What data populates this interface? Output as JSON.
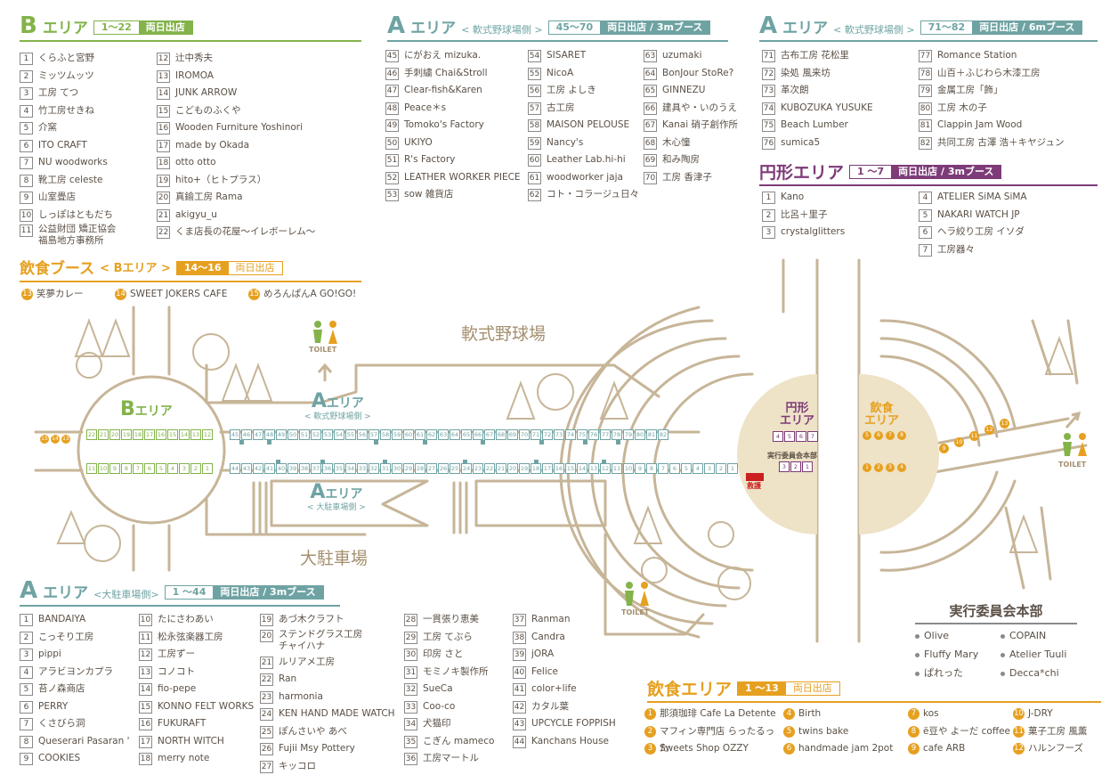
{
  "b_area": {
    "title_letter": "B",
    "title_rest": "エリア",
    "range": "1～22",
    "days": "両日出店",
    "items": [
      [
        "1",
        "くらふと宮野"
      ],
      [
        "2",
        "ミッツムッツ"
      ],
      [
        "3",
        "工房 てつ"
      ],
      [
        "4",
        "竹工房せきね"
      ],
      [
        "5",
        "介窯"
      ],
      [
        "6",
        "ITO CRAFT"
      ],
      [
        "7",
        "NU woodworks"
      ],
      [
        "8",
        "靴工房 celeste"
      ],
      [
        "9",
        "山室畳店"
      ],
      [
        "10",
        "しっぽはともだち"
      ],
      [
        "11",
        "公益財団 矯正協会\n福島地方事務所"
      ],
      [
        "12",
        "辻中秀夫"
      ],
      [
        "13",
        "IROMOA"
      ],
      [
        "14",
        "JUNK ARROW"
      ],
      [
        "15",
        "こどものふくや"
      ],
      [
        "16",
        "Wooden Furniture Yoshinori"
      ],
      [
        "17",
        "made by Okada"
      ],
      [
        "18",
        "otto otto"
      ],
      [
        "19",
        "hito+（ヒトプラス）"
      ],
      [
        "20",
        "真鍮工房 Rama"
      ],
      [
        "21",
        "akigyu_u"
      ],
      [
        "22",
        "くま店長の花屋～イレボーレム～"
      ]
    ]
  },
  "a_soft": {
    "title_letter": "A",
    "title_rest": "エリア",
    "sub": "< 軟式野球場側 >",
    "range": "45～70",
    "days": "両日出店 / 3mブース",
    "items": [
      [
        "45",
        "にがおえ mizuka."
      ],
      [
        "46",
        "手刺繍 Chai&Stroll"
      ],
      [
        "47",
        "Clear-fish&Karen"
      ],
      [
        "48",
        "Peace＊s"
      ],
      [
        "49",
        "Tomoko's Factory"
      ],
      [
        "50",
        "UKIYO"
      ],
      [
        "51",
        "R's Factory"
      ],
      [
        "52",
        "LEATHER WORKER PIECE"
      ],
      [
        "53",
        "sow 雑貨店"
      ],
      [
        "54",
        "SISARET"
      ],
      [
        "55",
        "NicoA"
      ],
      [
        "56",
        "工房 よしき"
      ],
      [
        "57",
        "古工房"
      ],
      [
        "58",
        "MAISON PELOUSE"
      ],
      [
        "59",
        "Nancy's"
      ],
      [
        "60",
        "Leather Lab.hi-hi"
      ],
      [
        "61",
        "woodworker jaja"
      ],
      [
        "62",
        "コト・コラージュ日々"
      ],
      [
        "63",
        "uzumaki"
      ],
      [
        "64",
        "BonJour StoRe?"
      ],
      [
        "65",
        "GINNEZU"
      ],
      [
        "66",
        "建具や・いのうえ"
      ],
      [
        "67",
        "Kanai 硝子創作所"
      ],
      [
        "68",
        "木心憧"
      ],
      [
        "69",
        "和み陶房"
      ],
      [
        "70",
        "工房 香津子"
      ]
    ]
  },
  "a_soft6": {
    "title_letter": "A",
    "title_rest": "エリア",
    "sub": "< 軟式野球場側 >",
    "range": "71～82",
    "days": "両日出店 / 6mブース",
    "items": [
      [
        "71",
        "古布工房 花松里"
      ],
      [
        "72",
        "染処 風来坊"
      ],
      [
        "73",
        "革次朗"
      ],
      [
        "74",
        "KUBOZUKA YUSUKE"
      ],
      [
        "75",
        "Beach Lumber"
      ],
      [
        "76",
        "sumica5"
      ],
      [
        "77",
        "Romance Station"
      ],
      [
        "78",
        "山百＋ふじわら木漆工房"
      ],
      [
        "79",
        "金属工房「飾」"
      ],
      [
        "80",
        "工房 木の子"
      ],
      [
        "81",
        "Clappin Jam Wood"
      ],
      [
        "82",
        "共同工房 古澤 浩＋キヤジュン"
      ]
    ]
  },
  "circle_area": {
    "title": "円形エリア",
    "range": "1 ～7",
    "days": "両日出店 / 3mブース",
    "items": [
      [
        "1",
        "Kano"
      ],
      [
        "2",
        "比呂＋里子"
      ],
      [
        "3",
        "crystalglitters"
      ],
      [
        "4",
        "ATELIER SiMA SiMA"
      ],
      [
        "5",
        "NAKARI WATCH JP"
      ],
      [
        "6",
        "ヘラ絞り工房 イソダ"
      ],
      [
        "7",
        "工房器々"
      ]
    ]
  },
  "food_b": {
    "title": "飲食ブース",
    "sub": "< Bエリア >",
    "range": "14～16",
    "days": "両日出店",
    "items": [
      [
        "13",
        "笑夢カレー"
      ],
      [
        "14",
        "SWEET JOKERS CAFE"
      ],
      [
        "15",
        "めろんぱんA GO!GO!"
      ]
    ]
  },
  "a_parking": {
    "title_letter": "A",
    "title_rest": "エリア",
    "sub": "<大駐車場側>",
    "range": "1 ～44",
    "days": "両日出店 / 3mブース",
    "items": [
      [
        "1",
        "BANDAIYA"
      ],
      [
        "2",
        "こっそり工房"
      ],
      [
        "3",
        "pippi"
      ],
      [
        "4",
        "アラビヨンカプラ"
      ],
      [
        "5",
        "苔ノ森商店"
      ],
      [
        "6",
        "PERRY"
      ],
      [
        "7",
        "くさびら洞"
      ],
      [
        "8",
        "Queserari Pasaran '"
      ],
      [
        "9",
        "COOKIES"
      ],
      [
        "10",
        "たにさわあい"
      ],
      [
        "11",
        "松永弦楽器工房"
      ],
      [
        "12",
        "工房ずー"
      ],
      [
        "13",
        "コノコト"
      ],
      [
        "14",
        "fio-pepe"
      ],
      [
        "15",
        "KONNO FELT WORKS"
      ],
      [
        "16",
        "FUKURAFT"
      ],
      [
        "17",
        "NORTH WITCH"
      ],
      [
        "18",
        "merry note"
      ],
      [
        "19",
        "あづ木クラフト"
      ],
      [
        "20",
        "ステンドグラス工房\nチャイハナ"
      ],
      [
        "21",
        "ルリアメ工房"
      ],
      [
        "22",
        "Ran"
      ],
      [
        "23",
        "harmonia"
      ],
      [
        "24",
        "KEN HAND MADE WATCH"
      ],
      [
        "25",
        "ぽんさいや あべ"
      ],
      [
        "26",
        "Fujii Msy Pottery"
      ],
      [
        "27",
        "キッコロ"
      ],
      [
        "28",
        "一貫張り恵美"
      ],
      [
        "29",
        "工房 てぶら"
      ],
      [
        "30",
        "印房 さと"
      ],
      [
        "31",
        "モミノキ製作所"
      ],
      [
        "32",
        "SueCa"
      ],
      [
        "33",
        "Coo-co"
      ],
      [
        "34",
        "犬猫印"
      ],
      [
        "35",
        "こぎん mameco"
      ],
      [
        "36",
        "工房マートル"
      ],
      [
        "37",
        "Ranman"
      ],
      [
        "38",
        "Candra"
      ],
      [
        "39",
        "jORA"
      ],
      [
        "40",
        "Felice"
      ],
      [
        "41",
        "color+life"
      ],
      [
        "42",
        "カタル葉"
      ],
      [
        "43",
        "UPCYCLE FOPPISH"
      ],
      [
        "44",
        "Kanchans House"
      ]
    ]
  },
  "food_area": {
    "title": "飲食エリア",
    "range": "1 ～13",
    "days": "両日出店",
    "items": [
      [
        "1",
        "那須珈琲 Cafe La Detente"
      ],
      [
        "2",
        "マフィン専門店 らったるった"
      ],
      [
        "3",
        "Sweets Shop OZZY"
      ],
      [
        "4",
        "Birth"
      ],
      [
        "5",
        "twins bake"
      ],
      [
        "6",
        "handmade jam 2pot"
      ],
      [
        "7",
        "kos"
      ],
      [
        "8",
        "ë豆や よーだ coffee"
      ],
      [
        "9",
        "cafe ARB"
      ],
      [
        "10",
        "J-DRY"
      ],
      [
        "11",
        "菓子工房 風薫"
      ],
      [
        "12",
        "ハルンフーズ"
      ]
    ]
  },
  "hq": {
    "title": "実行委員会本部",
    "items": [
      "Olive",
      "COPAIN",
      "Fluffy Mary",
      "Atelier Tuuli",
      "ぱれった",
      "Decca*chi"
    ]
  },
  "map": {
    "softball_field": "軟式野球場",
    "parking": "大駐車場",
    "b_label_letter": "B",
    "b_label_rest": "エリア",
    "a_soft_letter": "A",
    "a_soft_rest": "エリア",
    "a_soft_sub": "< 軟式野球場側 >",
    "a_park_letter": "A",
    "a_park_rest": "エリア",
    "a_park_sub": "< 大駐車場側 >",
    "circle_line1": "円形",
    "circle_line2": "エリア",
    "food_line1": "飲食",
    "food_line2": "エリア",
    "hq_small": "実行委員会本部",
    "first_aid": "救護",
    "toilet": "TOILET",
    "b_food_stalls": [
      "15",
      "14",
      "13"
    ],
    "b_top_stalls": [
      "22",
      "21",
      "20",
      "19",
      "18",
      "17",
      "16",
      "15",
      "14",
      "13",
      "12"
    ],
    "b_bottom_stalls": [
      "11",
      "10",
      "9",
      "8",
      "7",
      "6",
      "5",
      "4",
      "3",
      "2",
      "1"
    ],
    "a_top_row": [
      "45",
      "46",
      "47",
      "48",
      "49",
      "50",
      "51",
      "52",
      "53",
      "54",
      "55",
      "56",
      "57",
      "58",
      "59",
      "60",
      "61",
      "62",
      "63",
      "64",
      "65",
      "66",
      "67",
      "68",
      "69",
      "70",
      "71",
      "72",
      "73",
      "74",
      "75",
      "76",
      "77",
      "78",
      "79",
      "80",
      "81",
      "82"
    ],
    "a_bottom_row": [
      "44",
      "43",
      "42",
      "41",
      "40",
      "39",
      "38",
      "37",
      "36",
      "35",
      "34",
      "33",
      "32",
      "31",
      "30",
      "29",
      "28",
      "27",
      "26",
      "25",
      "24",
      "23",
      "22",
      "21",
      "20",
      "19",
      "18",
      "17",
      "16",
      "15",
      "14",
      "13",
      "12",
      "11",
      "10",
      "9",
      "8",
      "7",
      "6",
      "5",
      "4",
      "3",
      "2",
      "1"
    ],
    "circle_top": [
      "4",
      "5",
      "6",
      "7"
    ],
    "circle_bottom": [
      "3",
      "2",
      "1"
    ],
    "food_top": [
      "5",
      "6",
      "7",
      "8"
    ],
    "food_bottom": [
      "1",
      "2",
      "3",
      "4"
    ],
    "food_diag": [
      "9",
      "10",
      "11",
      "12",
      "13"
    ]
  },
  "colors": {
    "b": "#83b34a",
    "a": "#6fa3a3",
    "circle": "#7d3b78",
    "food": "#e6a020",
    "road": "#c7b598",
    "text": "#5b5046"
  }
}
